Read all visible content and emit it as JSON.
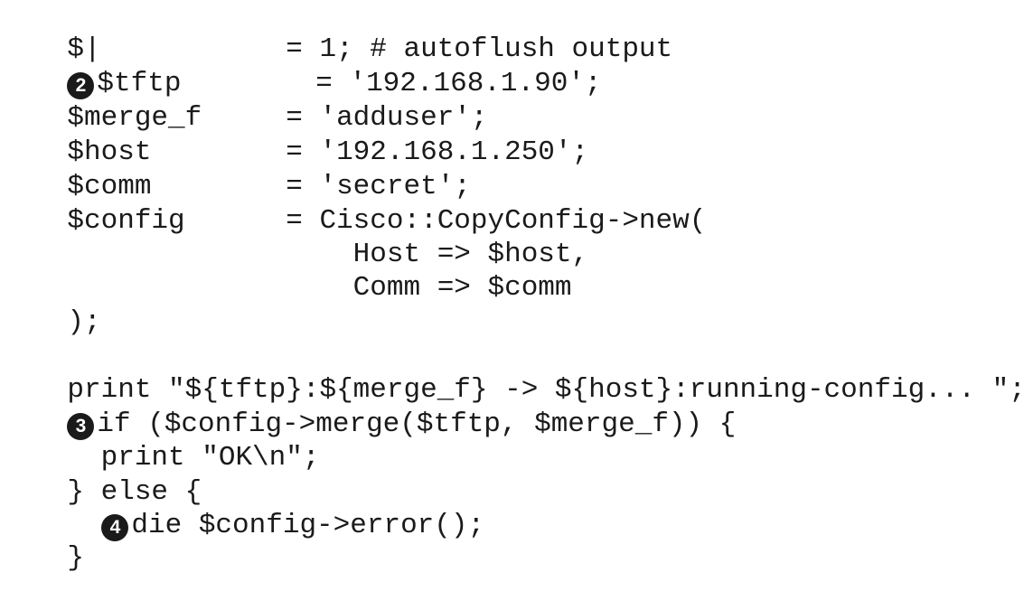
{
  "code_lines": [
    "$|           = 1; # autoflush output",
    "$tftp        = '192.168.1.90';",
    "$merge_f     = 'adduser';",
    "$host        = '192.168.1.250';",
    "$comm        = 'secret';",
    "$config      = Cisco::CopyConfig->new(",
    "                 Host => $host,",
    "                 Comm => $comm",
    ");",
    "",
    "print \"${tftp}:${merge_f} -> ${host}:running-config... \";",
    "if ($config->merge($tftp, $merge_f)) {",
    "  print \"OK\\n\";",
    "} else {",
    "die $config->error();",
    "}"
  ],
  "callouts": {
    "line_2": "2",
    "line_12": "3",
    "line_15": "4"
  }
}
